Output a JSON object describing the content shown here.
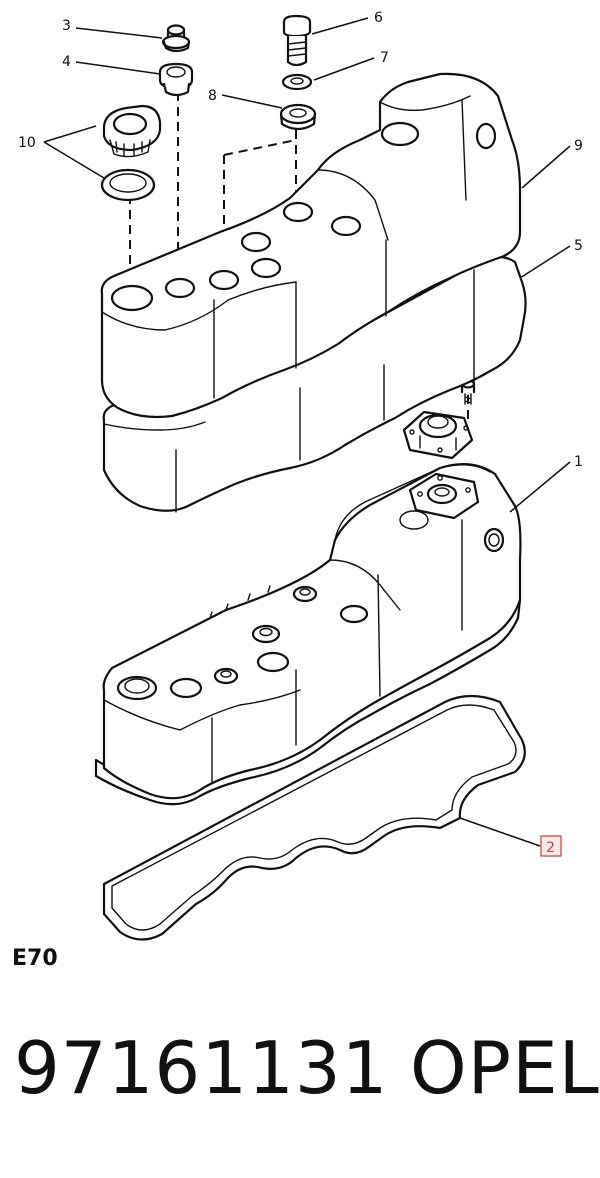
{
  "diagram": {
    "callouts": [
      "1",
      "2",
      "3",
      "4",
      "5",
      "6",
      "7",
      "8",
      "9",
      "10"
    ],
    "highlighted_callout": "2",
    "highlight_color": "#d23a3a"
  },
  "footer": {
    "code": "E70",
    "part_number": "97161131",
    "brand": "OPEL"
  }
}
